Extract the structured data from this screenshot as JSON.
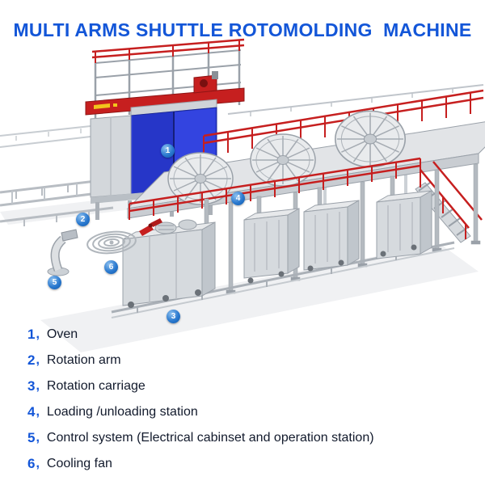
{
  "title": "MULTI ARMS SHUTTLE ROTOMOLDING  MACHINE",
  "colors": {
    "title_blue": "#1356d8",
    "badge_blue": "#2a79cf",
    "machine_red": "#c61f1f",
    "oven_blue": "#2c3dd6",
    "machine_gray": "#d6dade",
    "legend_text": "#121a2c"
  },
  "callouts": [
    {
      "n": "1"
    },
    {
      "n": "2"
    },
    {
      "n": "3"
    },
    {
      "n": "4"
    },
    {
      "n": "5"
    },
    {
      "n": "6"
    }
  ],
  "legend": [
    {
      "num": "1",
      "sep": ",",
      "label": "Oven"
    },
    {
      "num": "2",
      "sep": ",",
      "label": "Rotation arm"
    },
    {
      "num": "3",
      "sep": ",",
      "label": "Rotation carriage"
    },
    {
      "num": "4",
      "sep": ",",
      "label": "Loading /unloading station"
    },
    {
      "num": "5",
      "sep": ",",
      "label": "Control system (Electrical cabinset and operation station)"
    },
    {
      "num": "6",
      "sep": ",",
      "label": "Cooling fan"
    }
  ]
}
